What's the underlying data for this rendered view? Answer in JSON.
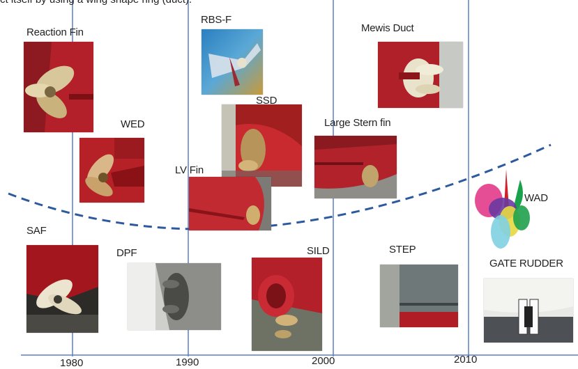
{
  "caption": "ct itself by using a wing shape ring (duct).",
  "years": [
    "1980",
    "1990",
    "2000",
    "2010"
  ],
  "devices": {
    "reaction_fin": "Reaction Fin",
    "rbs_f": "RBS-F",
    "mewis_duct": "Mewis Duct",
    "ssd": "SSD",
    "wed": "WED",
    "large_stern_fin": "Large Stern fin",
    "lv_fin": "LV Fin",
    "saf": "SAF",
    "dpf": "DPF",
    "sild": "SILD",
    "step": "STEP",
    "wad": "WAD",
    "gate_rudder": "GATE RUDDER"
  },
  "colors": {
    "timeline_line": "#5b7fc6",
    "curve": "#2d5a9e",
    "hull_red": "#b3202a",
    "propeller_gold": "#c9a86a"
  }
}
